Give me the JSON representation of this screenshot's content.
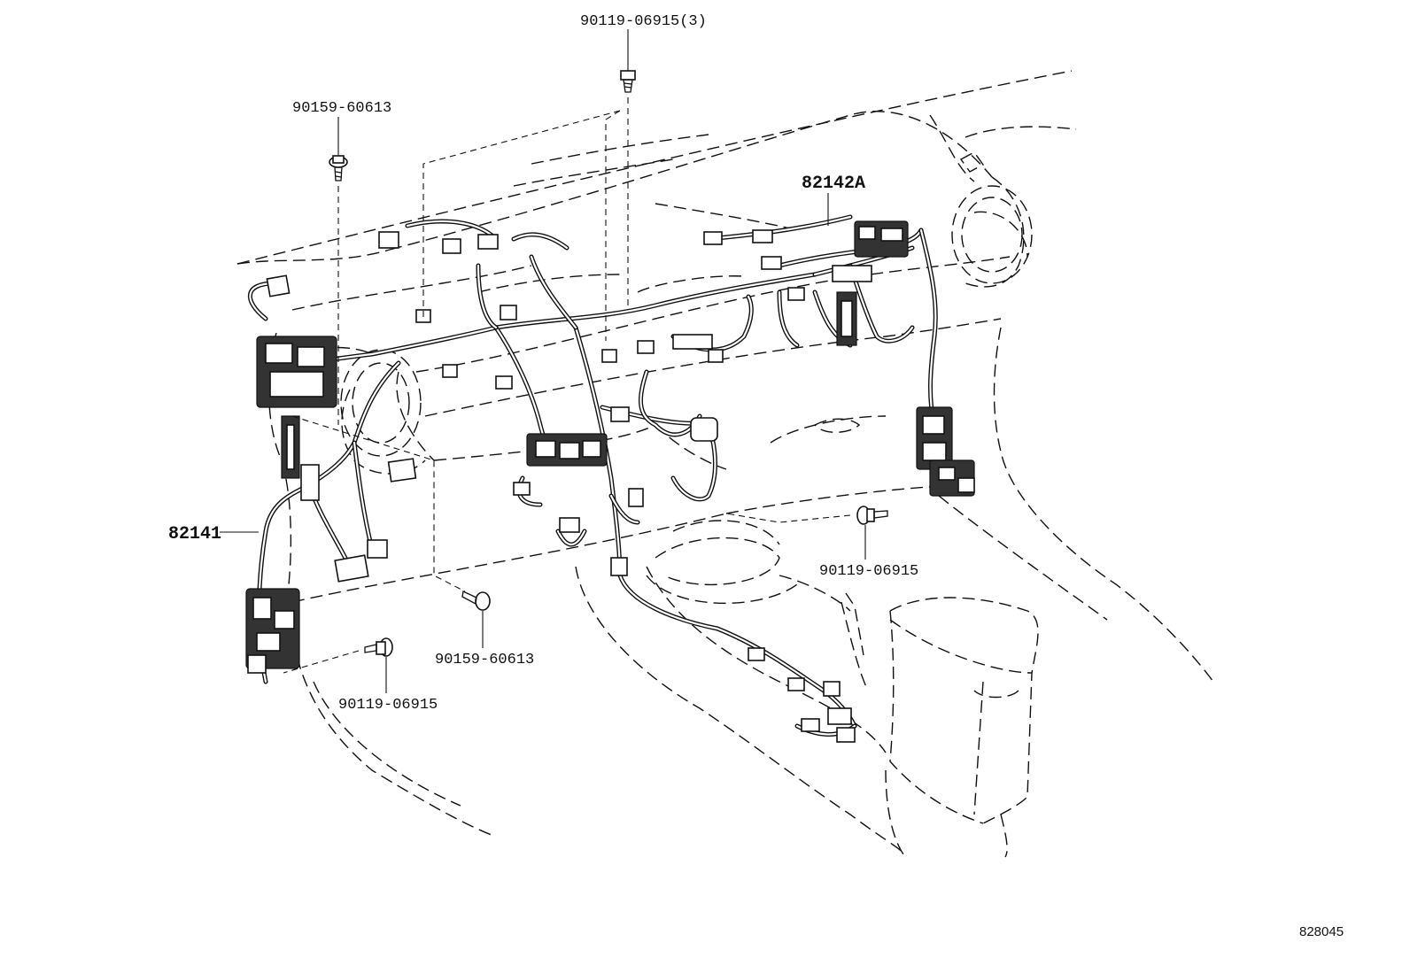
{
  "diagram": {
    "callouts": {
      "bolt_top_center": "90119-06915(3)",
      "bolt_top_left": "90159-60613",
      "harness_right": "82142A",
      "harness_left": "82141",
      "bolt_right": "90119-06915",
      "bolt_mid_lower": "90159-60613",
      "bolt_left_lower": "90119-06915"
    },
    "figure_number": "828045"
  }
}
